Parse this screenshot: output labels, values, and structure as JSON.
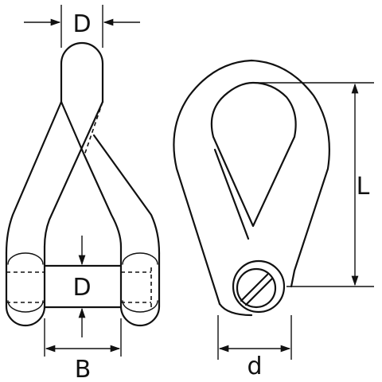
{
  "labels": {
    "top_width": "D",
    "pin_diameter": "D",
    "inner_width": "B",
    "inner_length": "L",
    "body_diameter": "d"
  },
  "colors": {
    "stroke": "#111111",
    "background": "#ffffff"
  }
}
